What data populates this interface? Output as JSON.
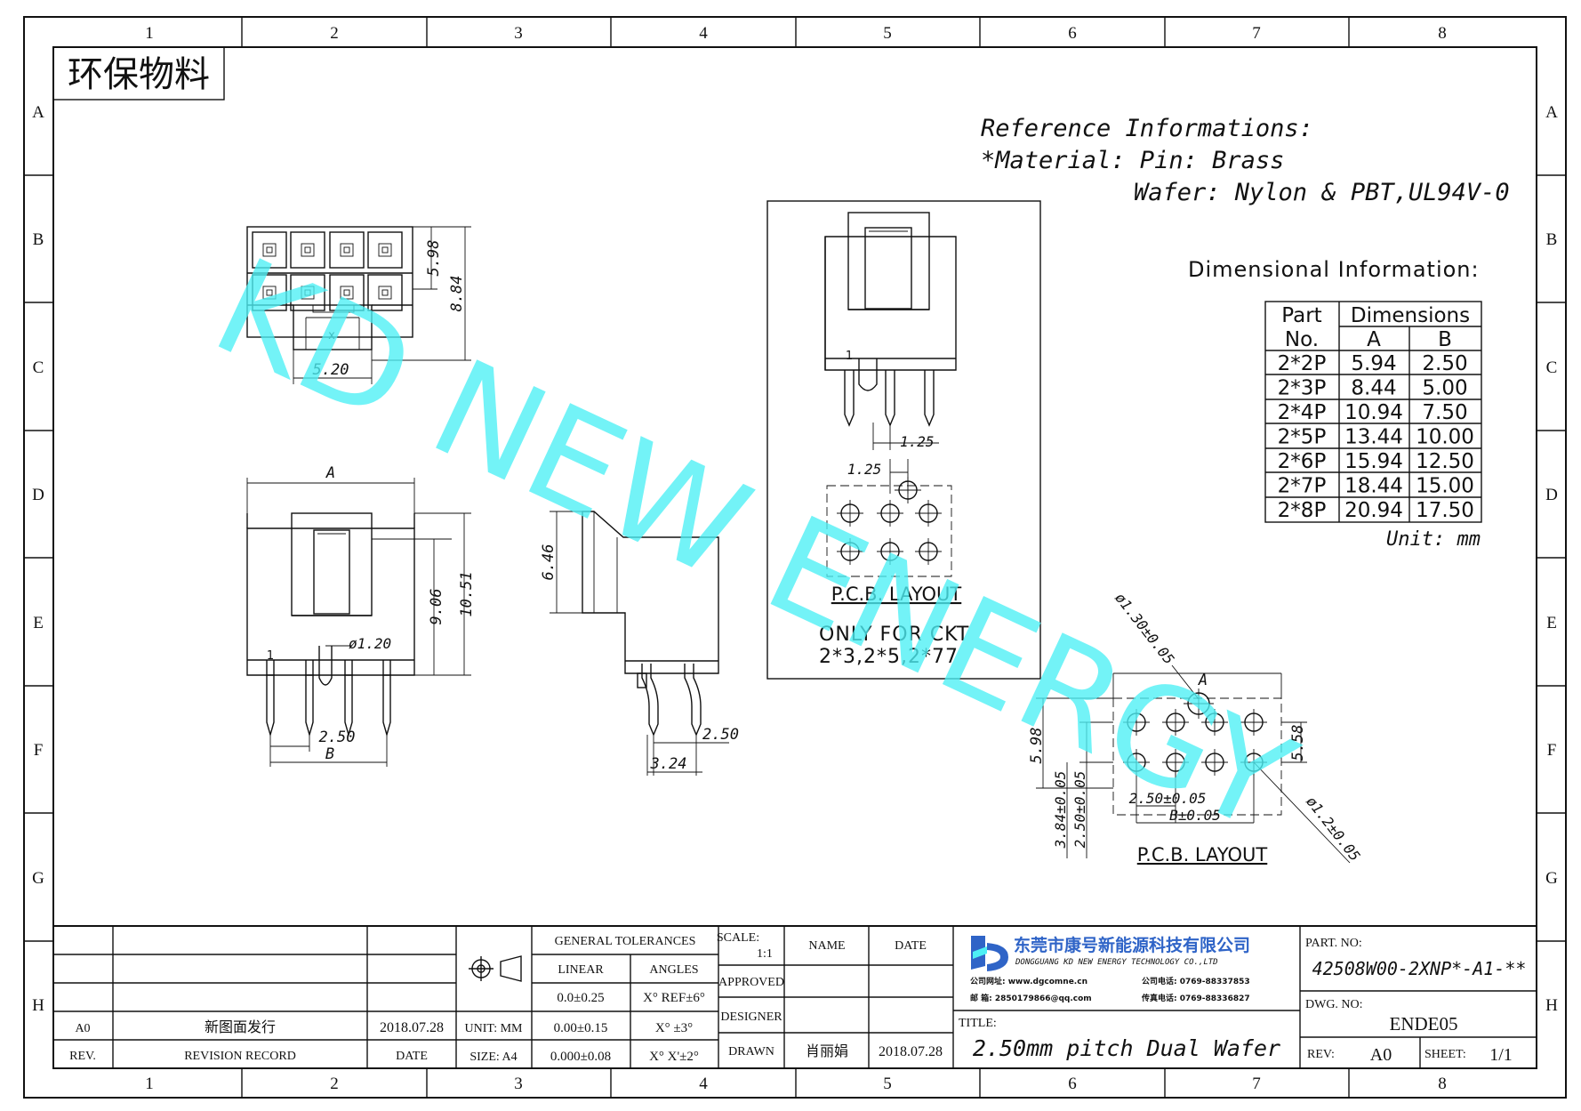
{
  "frame": {
    "col_labels": [
      "1",
      "2",
      "3",
      "4",
      "5",
      "6",
      "7",
      "8"
    ],
    "row_labels": [
      "A",
      "B",
      "C",
      "D",
      "E",
      "F",
      "G",
      "H"
    ]
  },
  "eco_label": "环保物料",
  "reference": {
    "heading": "Reference Informations:",
    "material": "*Material: Pin: Brass",
    "wafer": "Wafer: Nylon & PBT,UL94V-0"
  },
  "dimensional_heading": "Dimensional Information:",
  "dim_table": {
    "header_part": [
      "Part",
      "No."
    ],
    "header_dims": "Dimensions",
    "header_a": "A",
    "header_b": "B",
    "rows": [
      [
        "2*2P",
        "5.94",
        "2.50"
      ],
      [
        "2*3P",
        "8.44",
        "5.00"
      ],
      [
        "2*4P",
        "10.94",
        "7.50"
      ],
      [
        "2*5P",
        "13.44",
        "10.00"
      ],
      [
        "2*6P",
        "15.94",
        "12.50"
      ],
      [
        "2*7P",
        "18.44",
        "15.00"
      ],
      [
        "2*8P",
        "20.94",
        "17.50"
      ]
    ],
    "unit": "Unit: mm"
  },
  "watermark": "KD NEW ENERGY",
  "watermark_color": "#4df0f5",
  "top_view": {
    "dim_598": "5.98",
    "dim_884": "8.84",
    "dim_520": "5.20",
    "mark": "x"
  },
  "front_view": {
    "dim_a": "A",
    "dim_906": "9.06",
    "dim_1051": "10.51",
    "dim_phi120": "ø1.20",
    "pin1": "1",
    "dim_250": "2.50",
    "dim_b": "B"
  },
  "side_view": {
    "dim_646": "6.46",
    "dim_250": "2.50",
    "dim_324": "3.24"
  },
  "boxed_view": {
    "pin1": "1",
    "dim_125a": "1.25",
    "dim_125b": "1.25",
    "pcb_label": "P.C.B. LAYOUT",
    "note_line1": "ONLY FOR CKT",
    "note_line2": "2*3,2*5,2*77"
  },
  "pcb_view": {
    "dim_phi130": "ø1.30±0.05",
    "dim_a": "A",
    "dim_598": "5.98",
    "dim_558": "5.58",
    "dim_384": "3.84±0.05",
    "dim_250v": "2.50±0.05",
    "dim_250h": "2.50±0.05",
    "dim_b": "B±0.05",
    "dim_phi12": "ø1.2±0.05",
    "pcb_label": "P.C.B. LAYOUT"
  },
  "title_block": {
    "general_tolerances": "GENERAL TOLERANCES",
    "linear": "LINEAR",
    "angles": "ANGLES",
    "lin1": "0.0±0.25",
    "ang1": "X° REF±6°",
    "lin2": "0.00±0.15",
    "ang2": "X° ±3°",
    "lin3": "0.000±0.08",
    "ang3": "X° X'±2°",
    "unit": "UNIT: MM",
    "size": "SIZE: A4",
    "scale_label": "SCALE:",
    "scale_value": "1:1",
    "name": "NAME",
    "date": "DATE",
    "approved": "APPROVED",
    "designer": "DESIGNER",
    "drawn": "DRAWN",
    "drawn_name": "肖丽娟",
    "drawn_date": "2018.07.28",
    "rev_code": "A0",
    "rev_record_text": "新图面发行",
    "rev_date": "2018.07.28",
    "rev_hdr": "REV.",
    "revision_record": "REVISION RECORD",
    "date_hdr": "DATE",
    "company_cn": "东莞市康号新能源科技有限公司",
    "company_en": "DONGGUANG KD NEW ENERGY TECHNOLOGY CO.,LTD",
    "contact_web": "公司网址: www.dgcomne.cn",
    "contact_tel": "公司电话: 0769-88337853",
    "contact_mail": "邮 箱: 2850179866@qq.com",
    "contact_fax": "传真电话: 0769-88336827",
    "title_label": "TITLE:",
    "title_value": "2.50mm pitch Dual Wafer",
    "part_no_label": "PART. NO:",
    "part_no": "42508W00-2XNP*-A1-**",
    "dwg_no_label": "DWG. NO:",
    "dwg_no": "ENDE05",
    "rev_label": "REV:",
    "rev_value": "A0",
    "sheet_label": "SHEET:",
    "sheet_value": "1/1",
    "logo_color": "#2f64c7"
  }
}
